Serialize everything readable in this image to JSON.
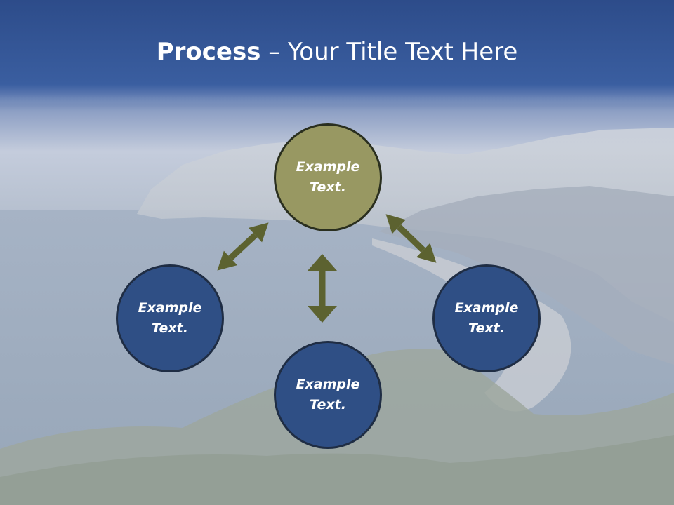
{
  "title": {
    "bold": "Process",
    "rest": " – Your Title Text Here"
  },
  "nodes": {
    "top": {
      "line1": "Example",
      "line2": "Text."
    },
    "left": {
      "line1": "Example",
      "line2": "Text."
    },
    "right": {
      "line1": "Example",
      "line2": "Text."
    },
    "bottom": {
      "line1": "Example",
      "line2": "Text."
    }
  },
  "colors": {
    "title_bar": "#34579a",
    "highlight_node": "#989862",
    "node": "#2f4f85",
    "arrow": "#5c6230"
  }
}
